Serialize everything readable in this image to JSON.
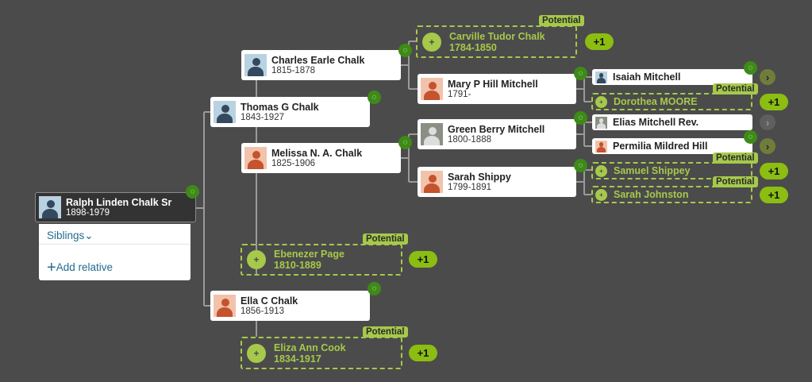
{
  "colors": {
    "background": "#4b4b4b",
    "potential": "#a6c94b",
    "leaf": "#3d8b16",
    "link": "#246b8e"
  },
  "root": {
    "name": "Ralph Linden Chalk Sr",
    "dates": "1898-1979",
    "avatar": "m",
    "hint": true
  },
  "menu": {
    "siblings": "Siblings",
    "add_relative": "Add relative"
  },
  "people": [
    {
      "id": "thomas",
      "name": "Thomas G Chalk",
      "dates": "1843-1927",
      "avatar": "m",
      "hint": true
    },
    {
      "id": "charles",
      "name": "Charles Earle Chalk",
      "dates": "1815-1878",
      "avatar": "m",
      "hint": true
    },
    {
      "id": "melissa",
      "name": "Melissa N. A. Chalk",
      "dates": "1825-1906",
      "avatar": "f",
      "hint": true
    },
    {
      "id": "mary",
      "name": "Mary P Hill Mitchell",
      "dates": "1791-",
      "avatar": "f",
      "hint": true
    },
    {
      "id": "green",
      "name": "Green Berry Mitchell",
      "dates": "1800-1888",
      "avatar": "p",
      "hint": true
    },
    {
      "id": "shippy",
      "name": "Sarah Shippy",
      "dates": "1799-1891",
      "avatar": "f",
      "hint": true
    },
    {
      "id": "ella",
      "name": "Ella C Chalk",
      "dates": "1856-1913",
      "avatar": "f",
      "hint": true
    },
    {
      "id": "isaiah",
      "name": "Isaiah Mitchell",
      "avatar": "m",
      "hint": true,
      "chevron": "active"
    },
    {
      "id": "elias",
      "name": "Elias Mitchell Rev.",
      "avatar": "p",
      "hint": false,
      "chevron": "disabled"
    },
    {
      "id": "permilia",
      "name": "Permilia Mildred Hill",
      "avatar": "f",
      "hint": true,
      "chevron": "active"
    }
  ],
  "potentials": [
    {
      "id": "carville",
      "name": "Carville Tudor Chalk",
      "dates": "1784-1850",
      "tag": "Potential",
      "count": "+1"
    },
    {
      "id": "ebenezer",
      "name": "Ebenezer Page",
      "dates": "1810-1889",
      "tag": "Potential",
      "count": "+1"
    },
    {
      "id": "eliza",
      "name": "Eliza Ann Cook",
      "dates": "1834-1917",
      "tag": "Potential",
      "count": "+1"
    },
    {
      "id": "dorothea",
      "name": "Dorothea MOORE",
      "tag": "Potential",
      "count": "+1"
    },
    {
      "id": "samuel",
      "name": "Samuel Shippey",
      "tag": "Potential",
      "count": "+1"
    },
    {
      "id": "johnston",
      "name": "Sarah Johnston",
      "tag": "Potential",
      "count": "+1"
    }
  ]
}
